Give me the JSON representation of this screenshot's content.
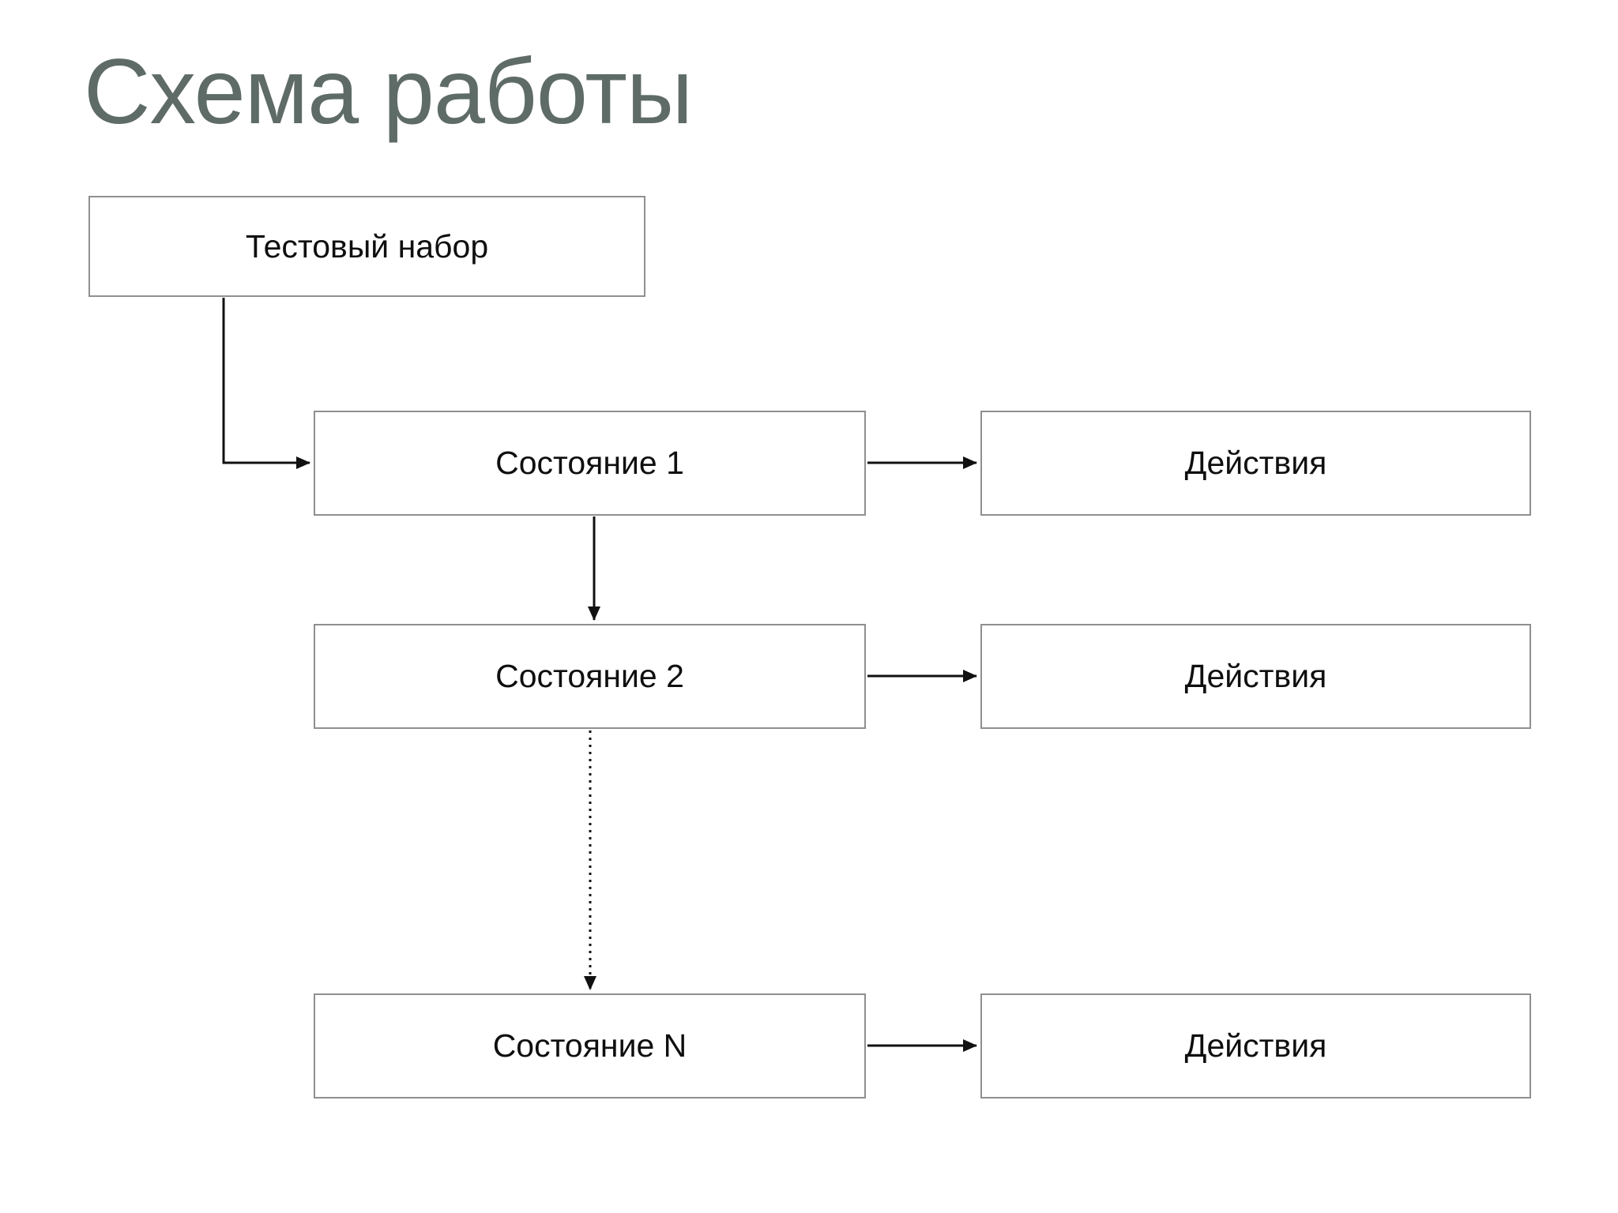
{
  "slide": {
    "title": "Схема работы"
  },
  "diagram": {
    "type": "flowchart",
    "nodes": {
      "test_set": {
        "label": "Тестовый набор"
      },
      "state_1": {
        "label": "Состояние 1"
      },
      "actions_1": {
        "label": "Действия"
      },
      "state_2": {
        "label": "Состояние 2"
      },
      "actions_2": {
        "label": "Действия"
      },
      "state_n": {
        "label": "Состояние N"
      },
      "actions_3": {
        "label": "Действия"
      }
    },
    "edges": [
      {
        "from": "test_set",
        "to": "state_1",
        "style": "solid",
        "shape": "elbow-down-right"
      },
      {
        "from": "state_1",
        "to": "actions_1",
        "style": "solid",
        "shape": "straight-right"
      },
      {
        "from": "state_1",
        "to": "state_2",
        "style": "solid",
        "shape": "straight-down"
      },
      {
        "from": "state_2",
        "to": "actions_2",
        "style": "solid",
        "shape": "straight-right"
      },
      {
        "from": "state_2",
        "to": "state_n",
        "style": "dotted",
        "shape": "straight-down"
      },
      {
        "from": "state_n",
        "to": "actions_3",
        "style": "solid",
        "shape": "straight-right"
      }
    ],
    "colors": {
      "background": "#ffffff",
      "title_text": "#5e6b67",
      "node_border": "#8f8f8f",
      "node_fill": "#ffffff",
      "node_text": "#0f0f0f",
      "arrow": "#111111"
    }
  }
}
